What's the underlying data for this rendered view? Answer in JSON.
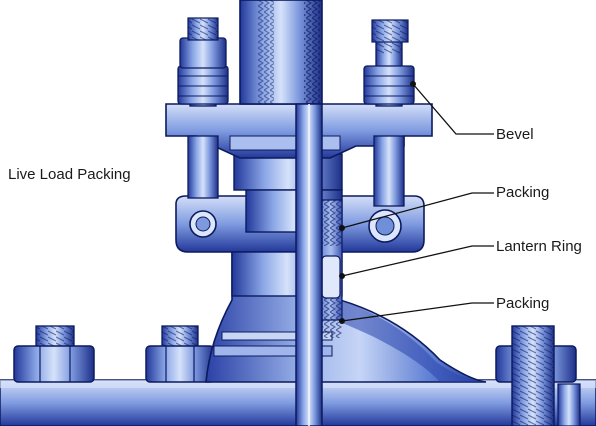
{
  "diagram": {
    "title": "Live Load Packing",
    "callouts": [
      {
        "id": "bevel",
        "label": "Bevel"
      },
      {
        "id": "packing-upper",
        "label": "Packing"
      },
      {
        "id": "lantern-ring",
        "label": "Lantern Ring"
      },
      {
        "id": "packing-lower",
        "label": "Packing"
      }
    ],
    "colors": {
      "metal_light": "#c9d7f4",
      "metal_mid": "#6f8fd8",
      "metal_dark": "#1f3591",
      "outline": "#0c1a5e",
      "leader_line": "#111111"
    }
  }
}
